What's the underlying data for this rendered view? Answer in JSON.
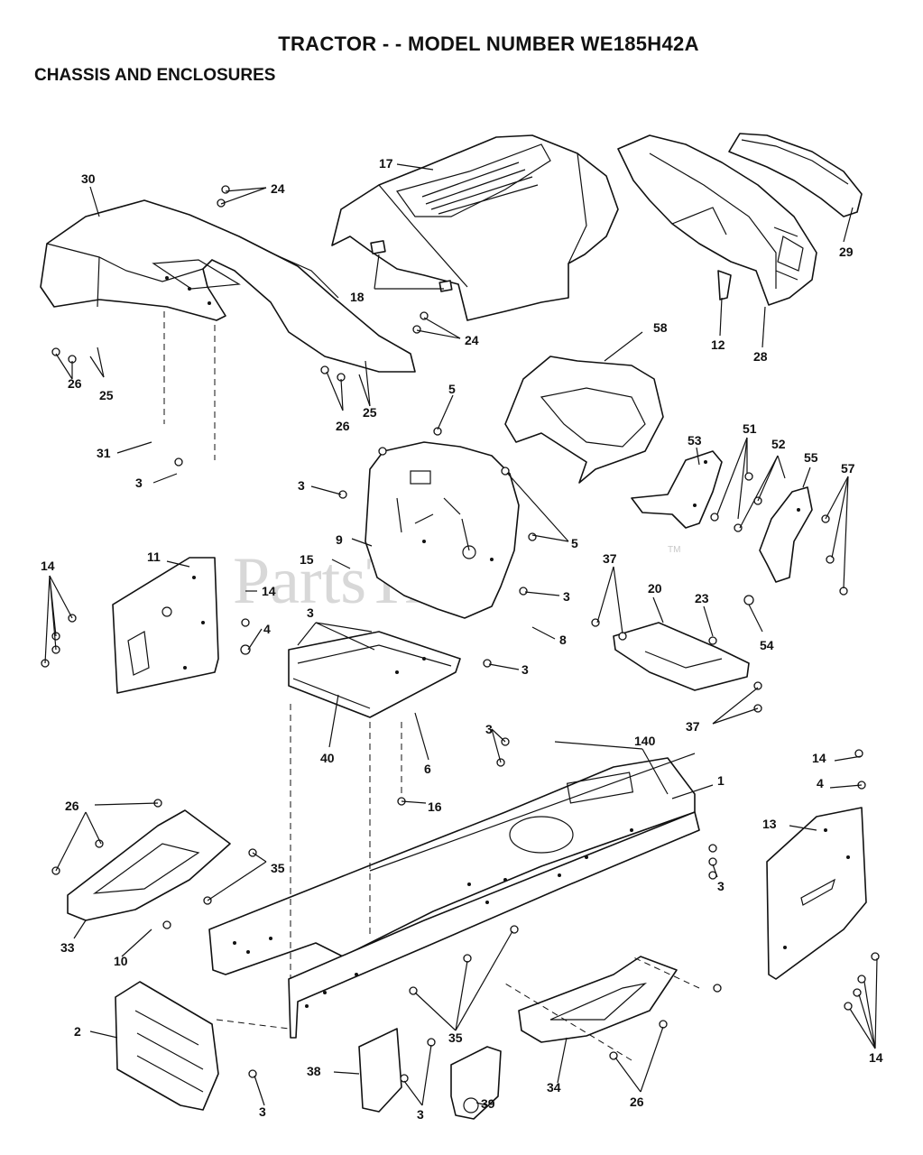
{
  "header": {
    "title": "TRACTOR - - MODEL NUMBER WE185H42A",
    "subtitle": "CHASSIS AND ENCLOSURES"
  },
  "watermark": {
    "text": "PartsTree",
    "tm": "TM"
  },
  "callouts": {
    "c30": "30",
    "c24a": "24",
    "c24b": "24",
    "c17": "17",
    "c18": "18",
    "c29": "29",
    "c12": "12",
    "c28": "28",
    "c26a": "26",
    "c25a": "25",
    "c26b": "26",
    "c25b": "25",
    "c58": "58",
    "c5a": "5",
    "c5b": "5",
    "c31": "31",
    "c3a": "3",
    "c3b": "3",
    "c9": "9",
    "c53": "53",
    "c51": "51",
    "c52": "52",
    "c55": "55",
    "c57": "57",
    "c11": "11",
    "c14a": "14",
    "c14b": "14",
    "c15": "15",
    "c3c": "3",
    "c4a": "4",
    "c3d": "3",
    "c8": "8",
    "c3e": "3",
    "c37a": "37",
    "c20": "20",
    "c23": "23",
    "c54": "54",
    "c37b": "37",
    "c40": "40",
    "c6": "6",
    "c3f": "3",
    "c140": "140",
    "c1": "1",
    "c16": "16",
    "c14c": "14",
    "c4b": "4",
    "c13": "13",
    "c26c": "26",
    "c35a": "35",
    "c3g": "3",
    "c33": "33",
    "c10": "10",
    "c2": "2",
    "c35b": "35",
    "c38": "38",
    "c3h": "3",
    "c39": "39",
    "c34": "34",
    "c26d": "26",
    "c3i": "3",
    "c14d": "14"
  }
}
